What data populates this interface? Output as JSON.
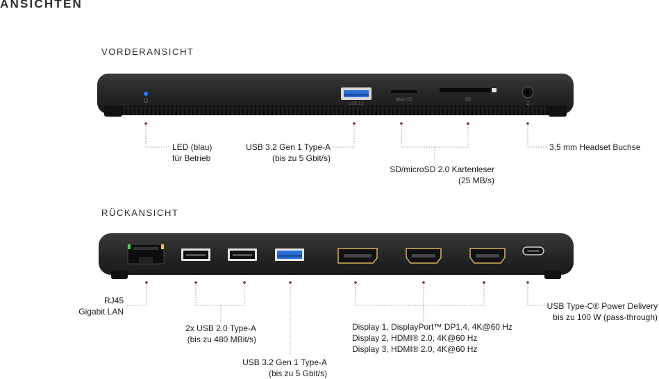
{
  "page": {
    "title": "ANSICHTEN",
    "colors": {
      "device": "#222222",
      "accent_dot": "#7a1f4a",
      "led": "#1e7fff",
      "usb3_blue": "#2a6fd6",
      "hdmi_gold": "#d4b25a"
    }
  },
  "front": {
    "heading": "VORDERANSICHT",
    "port_markings": {
      "usb": "USB 3.2",
      "microsd": "Micro SD",
      "sd": "SD"
    },
    "callouts": {
      "led": {
        "line1": "LED (blau)",
        "line2": "für Betrieb"
      },
      "usb": {
        "line1": "USB 3.2 Gen 1 Type-A",
        "line2": "(bis zu 5 Gbit/s)"
      },
      "card": {
        "line1": "SD/microSD 2.0 Kartenleser",
        "line2": "(25 MB/s)"
      },
      "audio": {
        "line1": "3,5 mm Headset Buchse"
      }
    }
  },
  "rear": {
    "heading": "RÜCKANSICHT",
    "callouts": {
      "rj45": {
        "line1": "RJ45",
        "line2": "Gigabit LAN"
      },
      "usb2": {
        "line1": "2x USB 2.0 Type-A",
        "line2": "(bis zu 480 MBit/s)"
      },
      "usb3": {
        "line1": "USB 3.2 Gen 1 Type-A",
        "line2": "(bis zu 5 Gbit/s)"
      },
      "display": {
        "line1": "Display 1, DisplayPort™ DP1.4, 4K@60 Hz",
        "line2": "Display 2, HDMI® 2.0, 4K@60 Hz",
        "line3": "Display 3, HDMI® 2.0, 4K@60 Hz"
      },
      "usbc": {
        "line1": "USB Type-C® Power Delivery",
        "line2": "bis zu 100 W (pass-through)"
      }
    }
  }
}
